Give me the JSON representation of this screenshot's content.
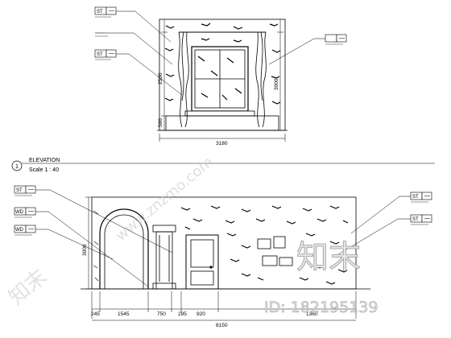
{
  "top_elevation": {
    "tags": [
      "ST",
      "ST"
    ],
    "dims": {
      "width": "3180",
      "height_left": "2500",
      "sill_left": "500",
      "height_right": "3000"
    }
  },
  "title_block": {
    "number": "1",
    "name": "ELEVATION",
    "scale": "Scale 1 : 40"
  },
  "bottom_elevation": {
    "tags_left": [
      "ST",
      "WD",
      "WD"
    ],
    "tags_right": [
      "ST",
      "ST"
    ],
    "dims": {
      "height_left": "3000",
      "segments": [
        "245",
        "1545",
        "750",
        "295",
        "920",
        "1360"
      ],
      "total": "8150"
    }
  },
  "watermarks": {
    "diagonal": "www.znzmo.com",
    "stamp": "知末",
    "id_label": "ID: 182195139"
  }
}
